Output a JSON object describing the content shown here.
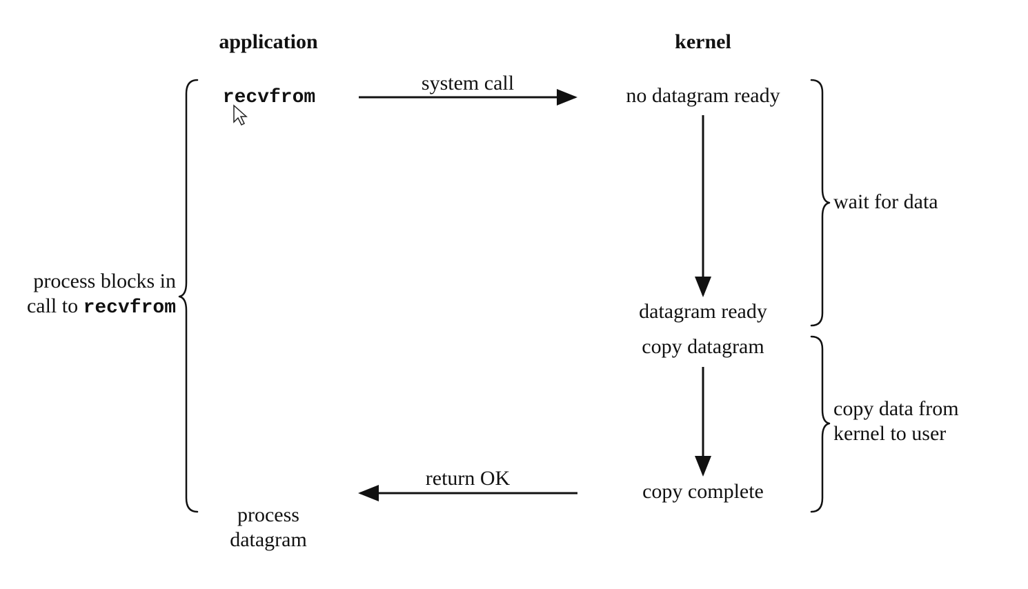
{
  "headers": {
    "application": "application",
    "kernel": "kernel"
  },
  "application": {
    "call": "recvfrom",
    "process_line1": "process",
    "process_line2": "datagram"
  },
  "kernel": {
    "no_datagram": "no datagram ready",
    "datagram_ready": "datagram ready",
    "copy_datagram": "copy datagram",
    "copy_complete": "copy complete"
  },
  "arrows": {
    "system_call": "system call",
    "return_ok": "return OK"
  },
  "left_brace": {
    "line1": "process blocks in",
    "line2_prefix": "call to ",
    "line2_code": "recvfrom"
  },
  "right_braces": {
    "wait": "wait for data",
    "copy_line1": "copy data from",
    "copy_line2": "kernel to user"
  }
}
